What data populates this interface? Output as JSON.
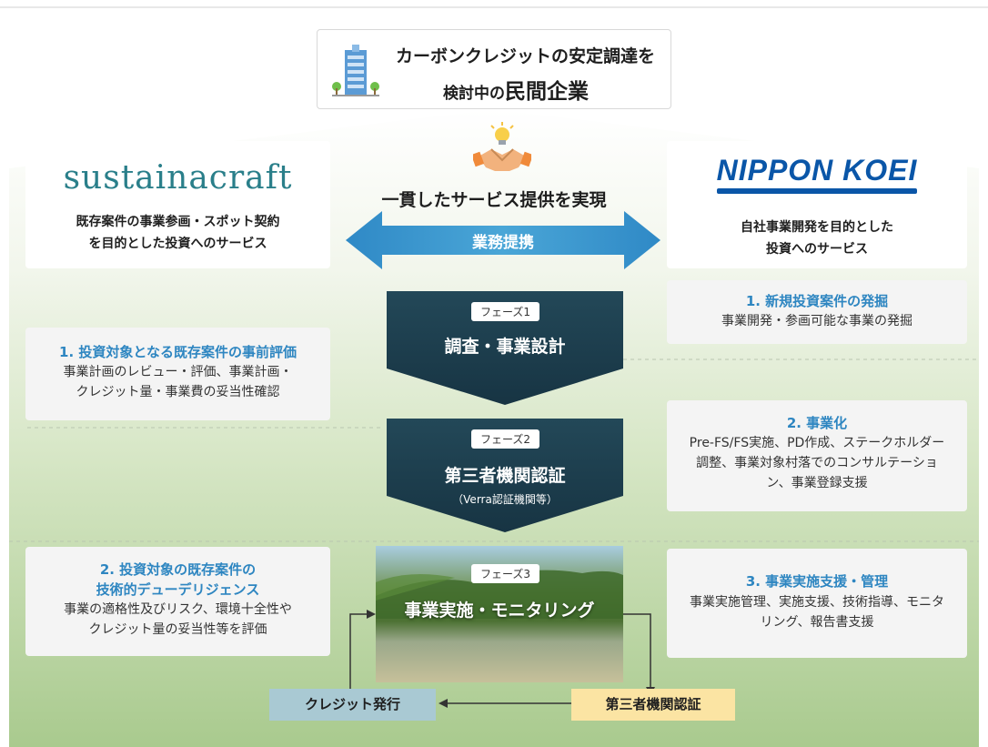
{
  "company": {
    "line1": "カーボンクレジットの安定調達を",
    "line2_prefix": "検討中の",
    "line2_emph": "民間企業"
  },
  "center": {
    "tagline": "一貫したサービス提供を実現",
    "partnership": "業務提携"
  },
  "left_brand": {
    "logo_main": "sustaina",
    "logo_accent": "craft",
    "desc_line1": "既存案件の事業参画・スポット契約",
    "desc_line2": "を目的とした投資へのサービス"
  },
  "right_brand": {
    "logo": "NIPPON KOEI",
    "desc_line1": "自社事業開発を目的とした",
    "desc_line2": "投資へのサービス"
  },
  "phases": [
    {
      "label": "フェーズ1",
      "title": "調査・事業設計",
      "sub": ""
    },
    {
      "label": "フェーズ2",
      "title": "第三者機関認証",
      "sub": "（Verra認証機関等）"
    },
    {
      "label": "フェーズ3",
      "title": "事業実施・モニタリング",
      "sub": ""
    }
  ],
  "left_items": [
    {
      "title": "1. 投資対象となる既存案件の事前評価",
      "title2": "",
      "lines": [
        "事業計画のレビュー・評価、事業計画・",
        "クレジット量・事業費の妥当性確認"
      ]
    },
    {
      "title": "2. 投資対象の既存案件の",
      "title2": "技術的デューデリジェンス",
      "lines": [
        "事業の適格性及びリスク、環境十全性や",
        "クレジット量の妥当性等を評価"
      ]
    }
  ],
  "right_items": [
    {
      "title": "1. 新規投資案件の発掘",
      "lines": [
        "事業開発・参画可能な事業の発掘"
      ]
    },
    {
      "title": "2. 事業化",
      "lines": [
        "Pre-FS/FS実施、PD作成、ステークホルダー",
        "調整、事業対象村落でのコンサルテーショ",
        "ン、事業登録支援"
      ]
    },
    {
      "title": "3. 事業実施支援・管理",
      "lines": [
        "事業実施管理、実施支援、技術指導、モニタ",
        "リング、報告書支援"
      ]
    }
  ],
  "cycle": {
    "credit": "クレジット発行",
    "certify": "第三者機関認証"
  },
  "icons": [
    "building-icon",
    "handshake-icon",
    "lightbulb-icon",
    "double-arrow-icon"
  ],
  "colors": {
    "accent_blue": "#2e86c1",
    "dark_teal": "#1d3e4f",
    "nippon_blue": "#0a56a8",
    "credit_box": "#a9c9d3",
    "certify_box": "#fbe4a3",
    "green_bg": "#a8c98c"
  }
}
